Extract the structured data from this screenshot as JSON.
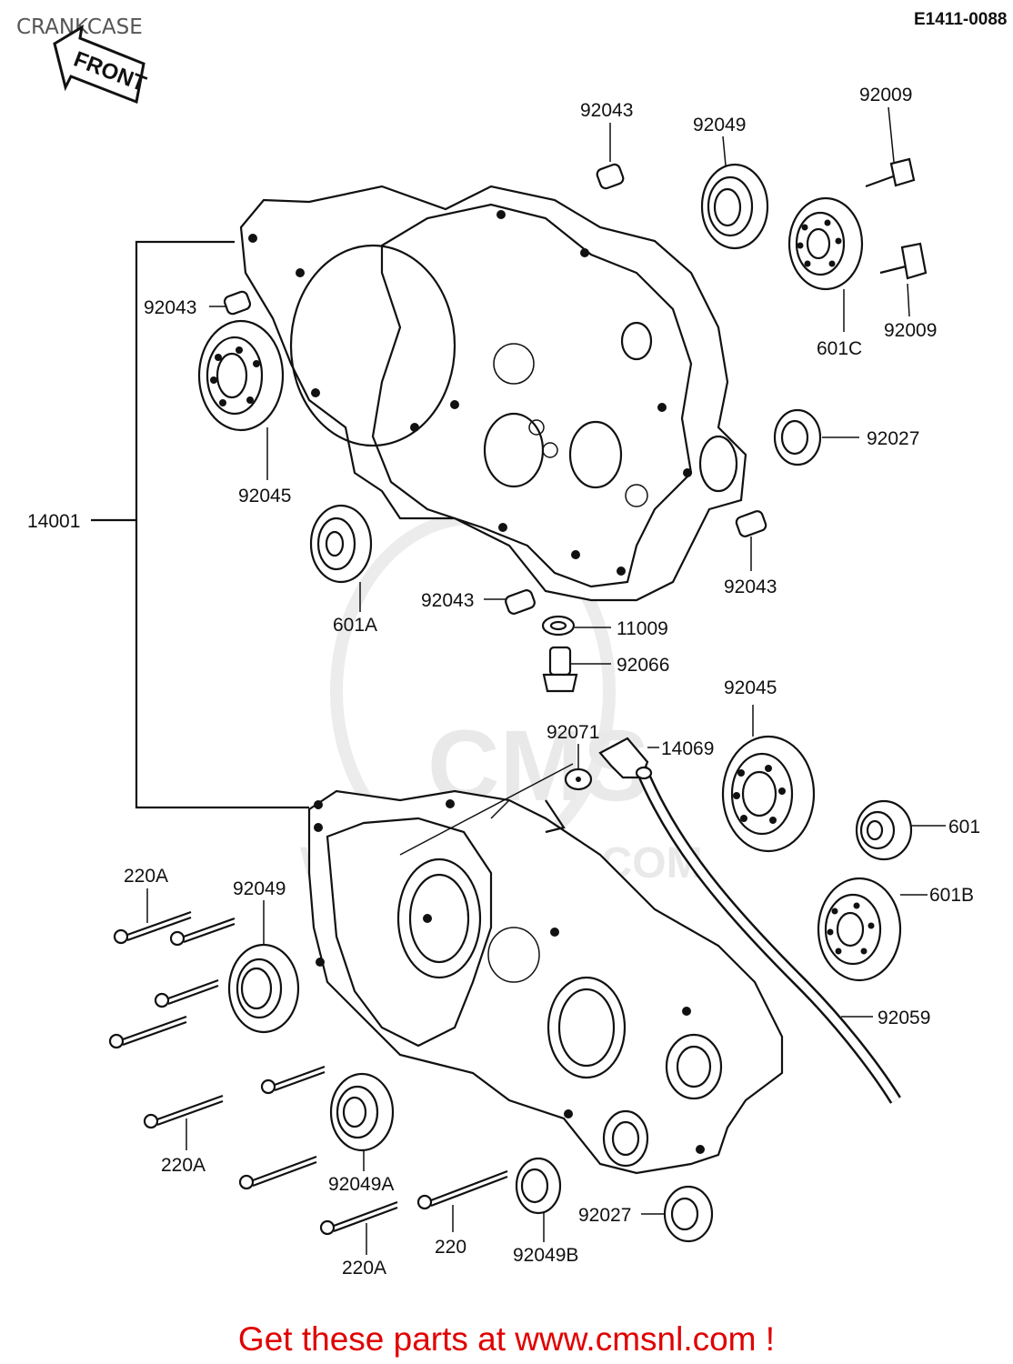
{
  "header": {
    "title": "CRANKCASE",
    "code": "E1411-0088"
  },
  "front_arrow_label": "FRONT",
  "watermark": {
    "brand": "CMS",
    "site": "WWW.CMSNL.COM"
  },
  "labels": {
    "p92043_top": "92043",
    "p92049_top": "92049",
    "p92009_top": "92009",
    "p92009_right": "92009",
    "p601C": "601C",
    "p92043_left": "92043",
    "p92045_left": "92045",
    "p14001": "14001",
    "p92027_right": "92027",
    "p601A": "601A",
    "p92043_mid_right": "92043",
    "p92043_mid": "92043",
    "p11009": "11009",
    "p92066": "92066",
    "p92045_right": "92045",
    "p92071": "92071",
    "p14069": "14069",
    "p601": "601",
    "p601B": "601B",
    "p92059": "92059",
    "p220A_top": "220A",
    "p92049_bottom": "92049",
    "p220A_mid": "220A",
    "p92049A": "92049A",
    "p220": "220",
    "p92049B": "92049B",
    "p92027_bottom": "92027",
    "p220A_bottom": "220A"
  },
  "footer": {
    "text": "Get these parts at www.cmsnl.com !"
  }
}
